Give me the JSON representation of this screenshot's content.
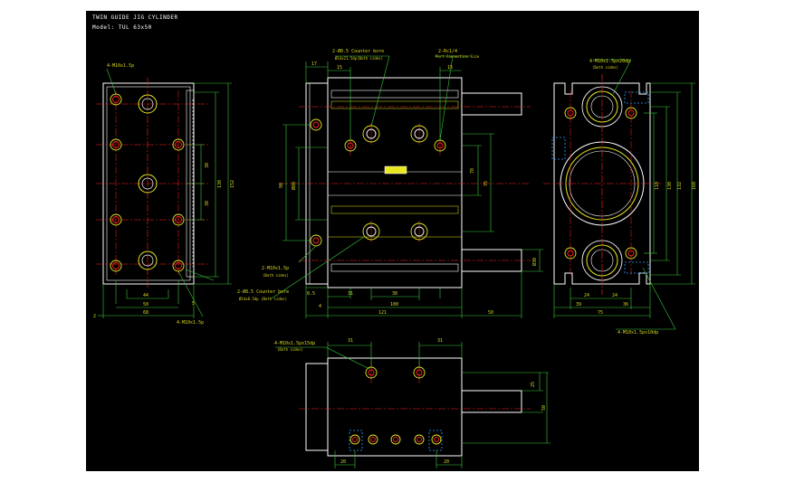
{
  "title": {
    "line1": "TWIN GUIDE JIG CYLINDER",
    "line2": "Model: TUL 63x50"
  },
  "colors": {
    "background": "#000000",
    "outline": "#ffffff",
    "dimension": "#3cc83c",
    "text": "#d8d820",
    "centerline": "#ff2020",
    "hidden": "#30a0ff",
    "accent": "#e8e820"
  },
  "left_view": {
    "callout_top": "4-M10x1.5p",
    "callout_mid": "2-M10x1.5p",
    "callout_mid_sub": "(Both sides)",
    "callout_bottom": "4-M10x1.5p",
    "dims": {
      "d30a": "30",
      "d30b": "30",
      "d130": "130",
      "d152": "152",
      "d44": "44",
      "d50": "50",
      "d68": "68",
      "d2": "2",
      "d5": "5"
    }
  },
  "front_view": {
    "callout_bore_top": "2-Ø8.5 Counter bore",
    "callout_bore_top_sub": "Ø14x21.5dp(Both sides)",
    "callout_port": "2-Rc1/4",
    "callout_port_sub": "Port Connection Size",
    "callout_bore_bottom": "2-Ø8.5 Counter bore",
    "callout_bore_bottom_sub": "Ø14x8.5dp (Both sides)",
    "dims": {
      "d17": "17",
      "d15a": "15",
      "d15b": "15",
      "d90": "90",
      "d80": "Ø80",
      "d78": "78",
      "d75": "75",
      "d30rod": "Ø30",
      "d8_5": "8.5",
      "d4": "4",
      "d31": "31",
      "d38": "38",
      "d100": "100",
      "d121": "121",
      "d50": "50"
    }
  },
  "right_view": {
    "callout_top": "4-M10x1.5px20dp",
    "callout_top_sub": "(Both sides)",
    "callout_bottom": "4-M10x1.5px10dp",
    "dims": {
      "d110": "110",
      "d130": "130",
      "d132": "132",
      "d160": "160",
      "d39": "39",
      "d24a": "24",
      "d24b": "24",
      "d36": "36",
      "d75": "75"
    }
  },
  "bottom_view": {
    "callout": "4-M10x1.5px15dp",
    "callout_sub": "(Both sides)",
    "dims": {
      "d31a": "31",
      "d31b": "31",
      "d25": "25",
      "d50": "50",
      "d20a": "20",
      "d20b": "20"
    }
  }
}
